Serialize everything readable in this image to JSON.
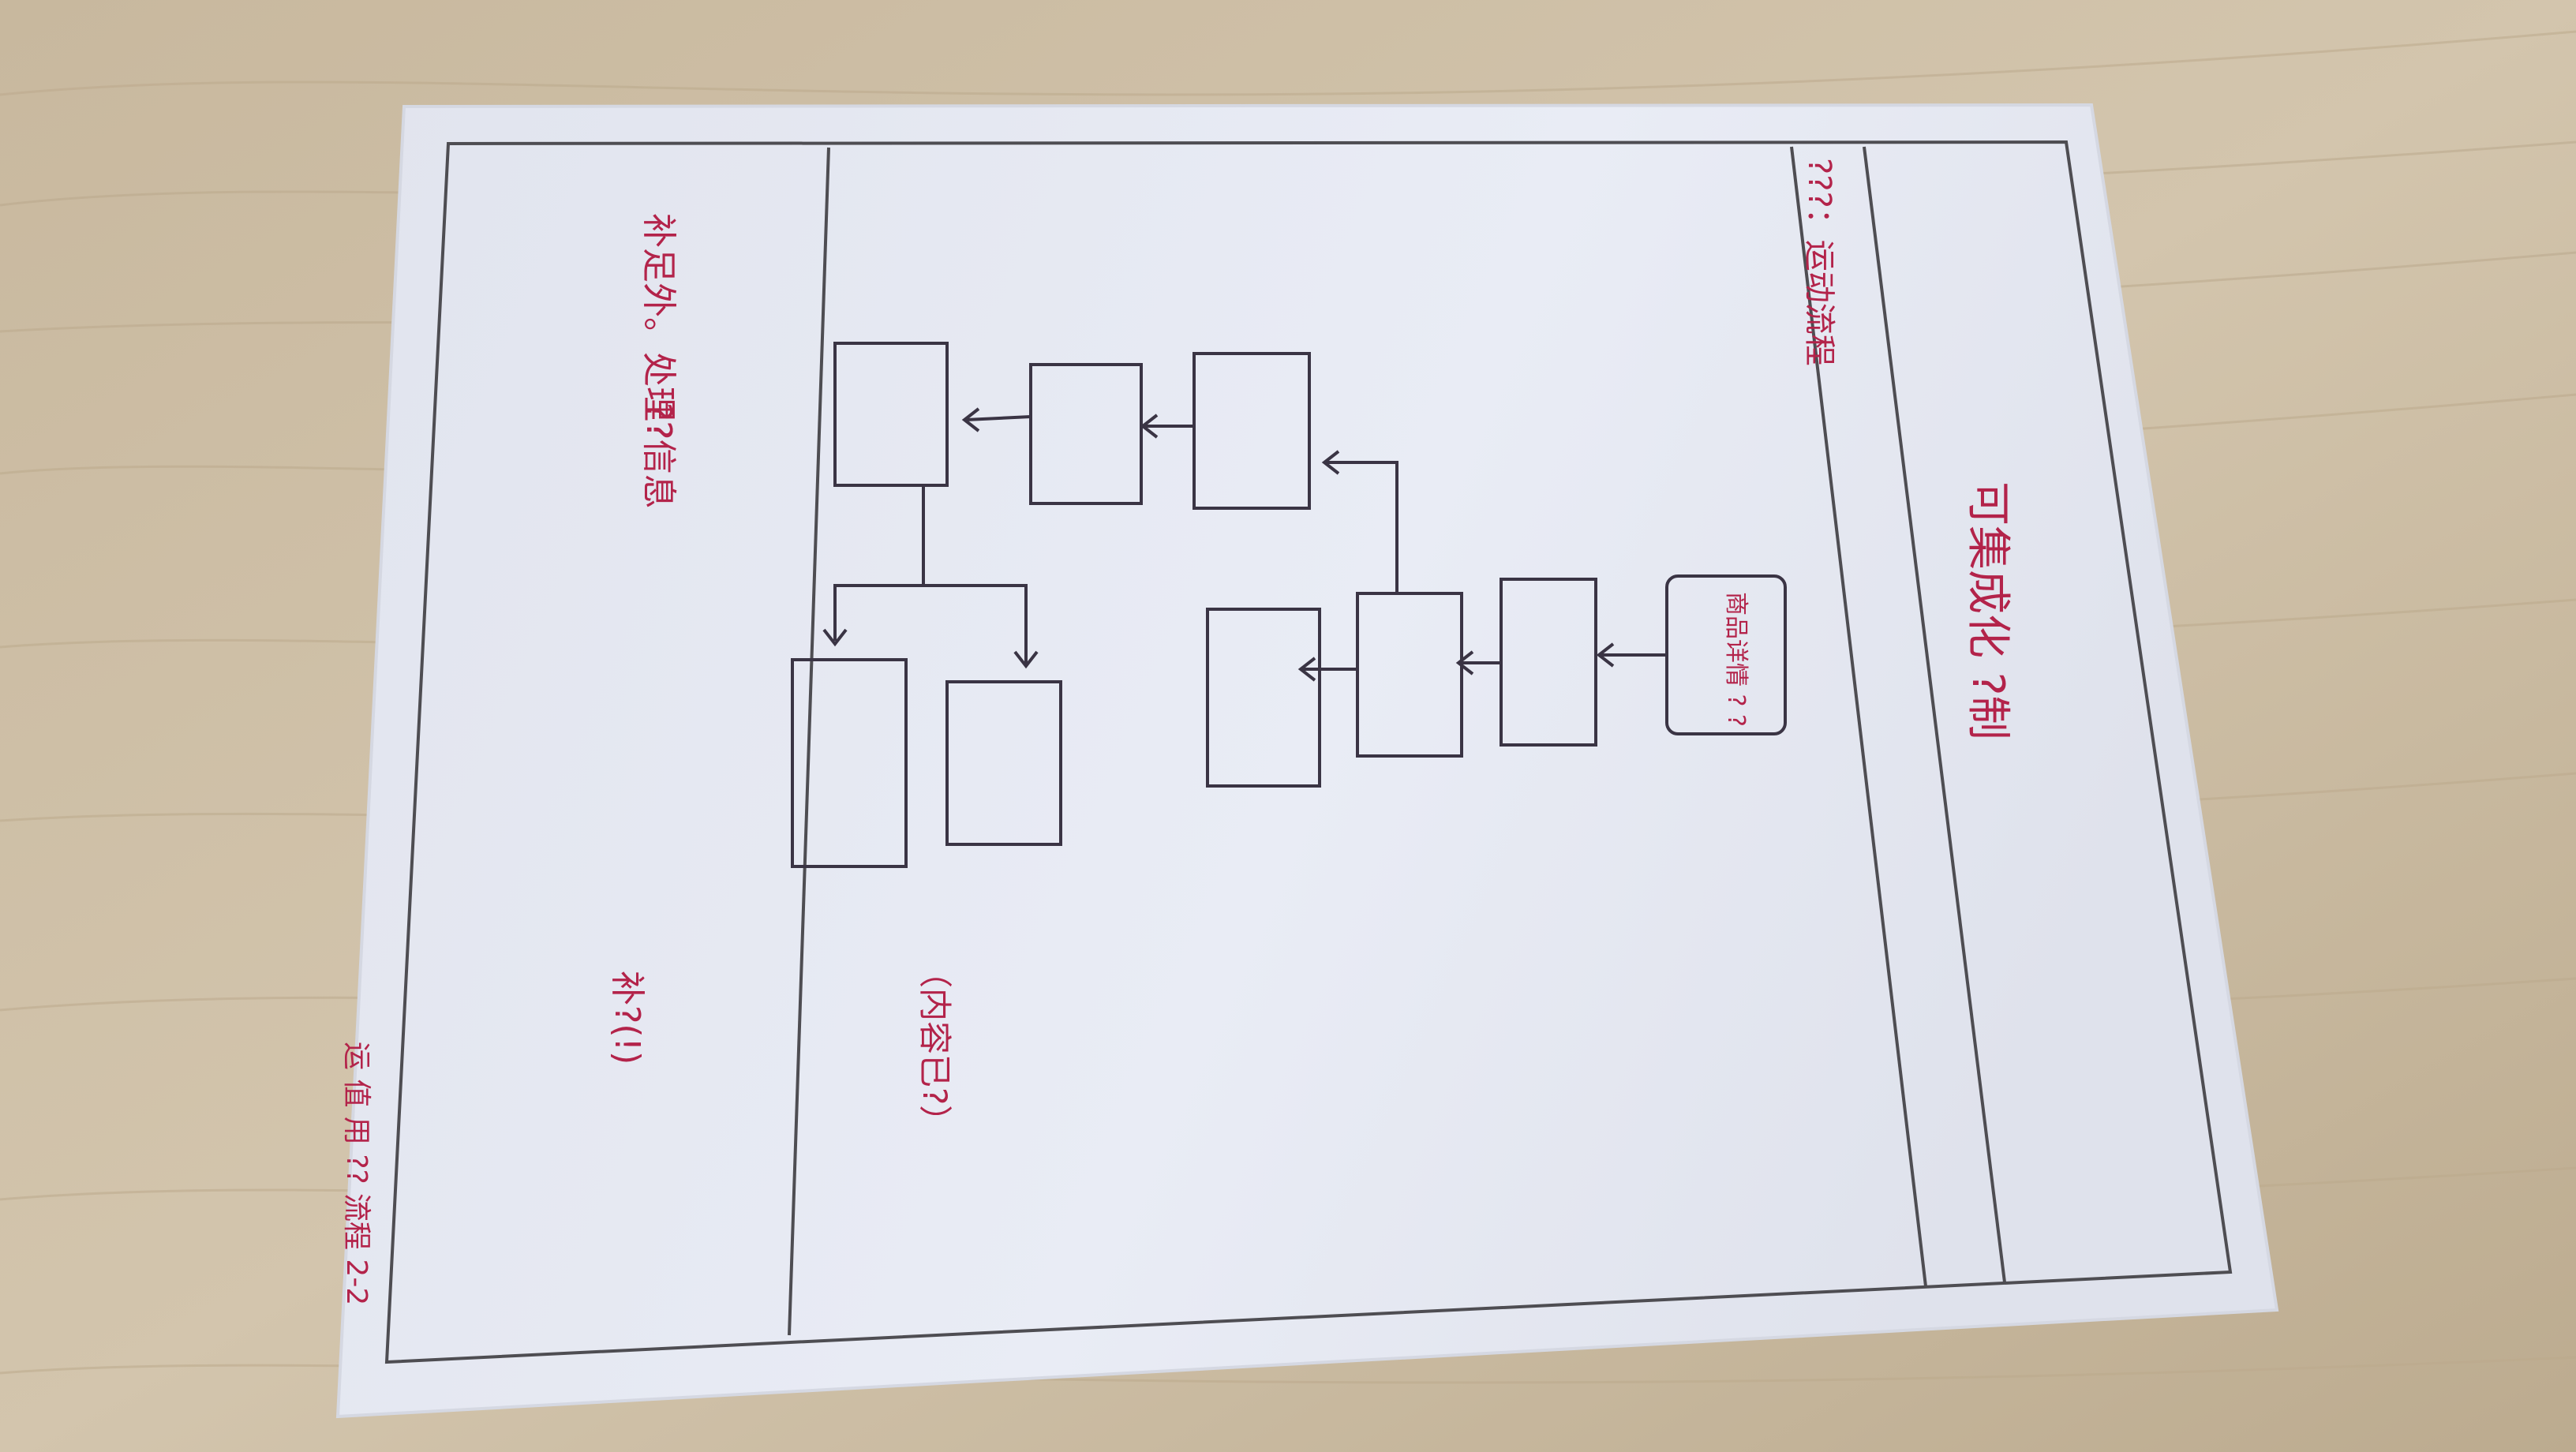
{
  "scene": {
    "description_free": true,
    "colors": {
      "desk": "#cdbfa7",
      "desk_grain": "#bfae93",
      "paper": "#e6e9f4",
      "pencil": "#4e4d52",
      "ink_red": "#b3234a",
      "pen_black": "#3a3444"
    }
  },
  "sheet": {
    "title": "可集成化 ?制",
    "requirements_heading": "???：运动流程",
    "note_top": "补足外。处理?",
    "note_mid": "??信息",
    "note_left": "补?(!)",
    "note_under_diagram": "（内容已?）",
    "margin_label": "运 值 用 ?? 流程 2-2",
    "start_box_label": "商品详情 ? ?"
  }
}
